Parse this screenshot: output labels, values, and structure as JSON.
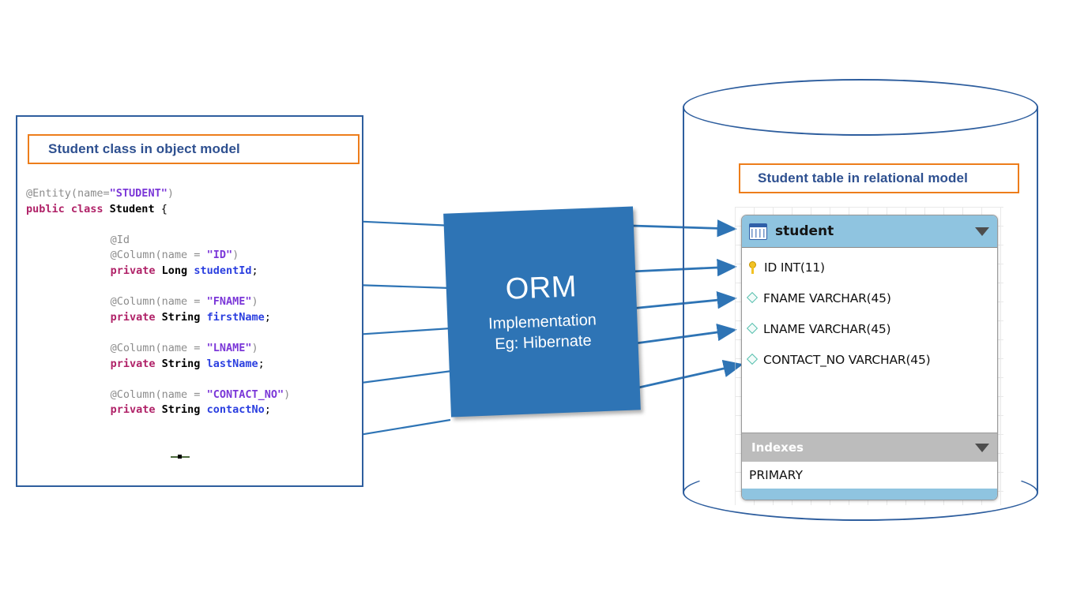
{
  "left_panel": {
    "label": "Student class in object model",
    "code_lines": [
      {
        "indent": 0,
        "tokens": [
          {
            "t": "@Entity(name=",
            "c": "ann"
          },
          {
            "t": "\"STUDENT\"",
            "c": "str"
          },
          {
            "t": ")",
            "c": "ann"
          }
        ]
      },
      {
        "indent": 0,
        "tokens": [
          {
            "t": "public class ",
            "c": "kw"
          },
          {
            "t": "Student",
            "c": "typ"
          },
          {
            "t": " {",
            "c": "pl"
          }
        ]
      },
      {
        "indent": 0,
        "tokens": [
          {
            "t": " ",
            "c": "pl"
          }
        ]
      },
      {
        "indent": 1,
        "tokens": [
          {
            "t": "@Id",
            "c": "ann"
          }
        ]
      },
      {
        "indent": 1,
        "tokens": [
          {
            "t": "@Column(name = ",
            "c": "ann"
          },
          {
            "t": "\"ID\"",
            "c": "str"
          },
          {
            "t": ")",
            "c": "ann"
          }
        ]
      },
      {
        "indent": 1,
        "tokens": [
          {
            "t": "private ",
            "c": "kw"
          },
          {
            "t": "Long ",
            "c": "typ"
          },
          {
            "t": "studentId",
            "c": "var"
          },
          {
            "t": ";",
            "c": "pl"
          }
        ]
      },
      {
        "indent": 0,
        "tokens": [
          {
            "t": " ",
            "c": "pl"
          }
        ]
      },
      {
        "indent": 1,
        "tokens": [
          {
            "t": "@Column(name = ",
            "c": "ann"
          },
          {
            "t": "\"FNAME\"",
            "c": "str"
          },
          {
            "t": ")",
            "c": "ann"
          }
        ]
      },
      {
        "indent": 1,
        "tokens": [
          {
            "t": "private ",
            "c": "kw"
          },
          {
            "t": "String ",
            "c": "typ"
          },
          {
            "t": "firstName",
            "c": "var"
          },
          {
            "t": ";",
            "c": "pl"
          }
        ]
      },
      {
        "indent": 0,
        "tokens": [
          {
            "t": " ",
            "c": "pl"
          }
        ]
      },
      {
        "indent": 1,
        "tokens": [
          {
            "t": "@Column(name = ",
            "c": "ann"
          },
          {
            "t": "\"LNAME\"",
            "c": "str"
          },
          {
            "t": ")",
            "c": "ann"
          }
        ]
      },
      {
        "indent": 1,
        "tokens": [
          {
            "t": "private ",
            "c": "kw"
          },
          {
            "t": "String ",
            "c": "typ"
          },
          {
            "t": "lastName",
            "c": "var"
          },
          {
            "t": ";",
            "c": "pl"
          }
        ]
      },
      {
        "indent": 0,
        "tokens": [
          {
            "t": " ",
            "c": "pl"
          }
        ]
      },
      {
        "indent": 1,
        "tokens": [
          {
            "t": "@Column(name = ",
            "c": "ann"
          },
          {
            "t": "\"CONTACT_NO\"",
            "c": "str"
          },
          {
            "t": ")",
            "c": "ann"
          }
        ]
      },
      {
        "indent": 1,
        "tokens": [
          {
            "t": "private ",
            "c": "kw"
          },
          {
            "t": "String ",
            "c": "typ"
          },
          {
            "t": "contactNo",
            "c": "var"
          },
          {
            "t": ";",
            "c": "pl"
          }
        ]
      }
    ]
  },
  "orm": {
    "title": "ORM",
    "subtitle_line1": "Implementation",
    "subtitle_line2": "Eg: Hibernate"
  },
  "right_panel": {
    "label": "Student table in relational model",
    "table": {
      "name": "student",
      "icon": "table-icon",
      "collapse_icon": "chevron-down-icon",
      "columns": [
        {
          "name": "ID INT(11)",
          "icon": "primary-key-icon"
        },
        {
          "name": "FNAME VARCHAR(45)",
          "icon": "column-diamond-icon"
        },
        {
          "name": "LNAME VARCHAR(45)",
          "icon": "column-diamond-icon"
        },
        {
          "name": "CONTACT_NO VARCHAR(45)",
          "icon": "column-diamond-icon"
        }
      ],
      "indexes_section_label": "Indexes",
      "indexes": [
        "PRIMARY"
      ]
    }
  },
  "colors": {
    "panel_border": "#2e5e9e",
    "label_border": "#ED7D1B",
    "label_text": "#2e5090",
    "orm_fill": "#2e74b5",
    "connector": "#2e74b5",
    "table_header": "#8fc4e0",
    "indexes_header": "#bcbcbc",
    "annotation": "#8c8c8c",
    "keyword": "#b02268",
    "string": "#7b37d8",
    "variable": "#2b3fe0"
  }
}
